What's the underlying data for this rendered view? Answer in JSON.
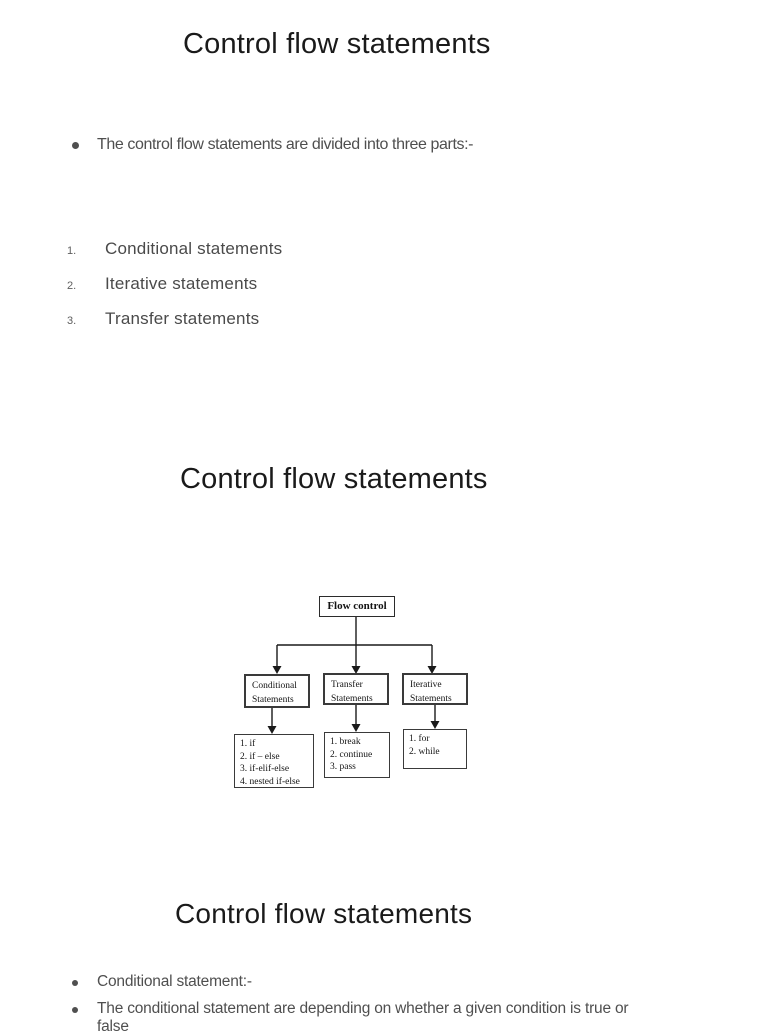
{
  "page": {
    "background": "#ffffff"
  },
  "colors": {
    "title_text": "#1a1a1a",
    "body_text": "#4f4f4f",
    "diagram_text": "#141414",
    "diagram_line": "#1a1a1a",
    "box_border": "#3a3a3a"
  },
  "slide1": {
    "title": "Control flow statements",
    "bullet": "The control flow statements are divided into three parts:-",
    "items": [
      {
        "num": "1.",
        "label": "Conditional statements"
      },
      {
        "num": "2.",
        "label": "Iterative statements"
      },
      {
        "num": "3.",
        "label": "Transfer statements"
      }
    ]
  },
  "slide2": {
    "title": "Control flow statements",
    "flowchart": {
      "root": "Flow control",
      "branches": [
        {
          "lines": [
            "Conditional",
            "Statements"
          ],
          "items": [
            "1. if",
            "2. if – else",
            "3. if-elif-else",
            "4. nested if-else"
          ]
        },
        {
          "lines": [
            "Transfer",
            "Statements"
          ],
          "items": [
            "1. break",
            "2. continue",
            "3. pass"
          ]
        },
        {
          "lines": [
            "Iterative",
            "Statements"
          ],
          "items": [
            "1. for",
            "2. while"
          ]
        }
      ]
    }
  },
  "slide3": {
    "title": "Control flow statements",
    "bullets": [
      "Conditional statement:-",
      "The conditional statement are depending on whether a given condition is true or",
      "false"
    ]
  }
}
